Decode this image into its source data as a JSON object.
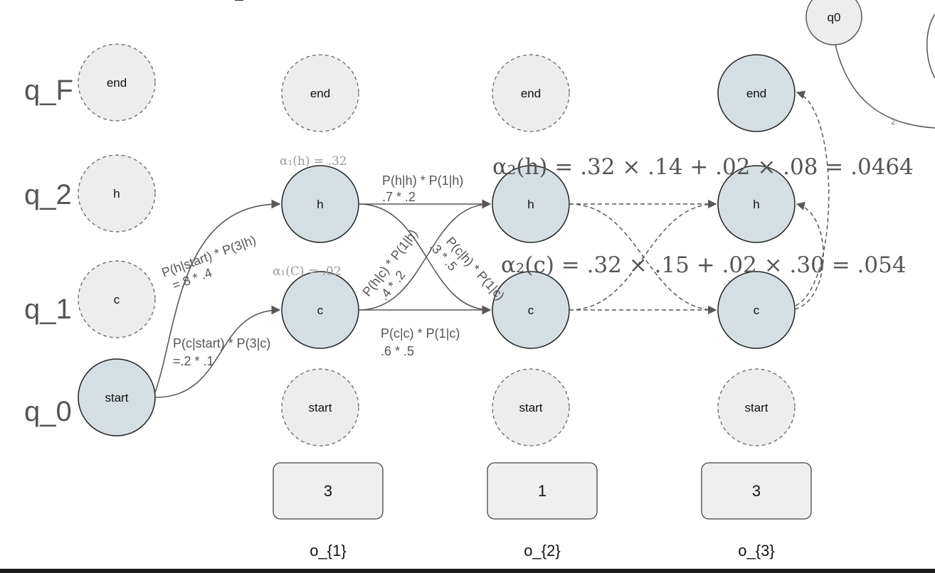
{
  "row_labels": {
    "qF": "q_F",
    "q2": "q_2",
    "q1": "q_1",
    "q0": "q_0"
  },
  "node_labels": {
    "end": "end",
    "h": "h",
    "c": "c",
    "start": "start",
    "q0": "q0"
  },
  "observations": [
    "3",
    "1",
    "3"
  ],
  "columns": [
    "o_{1}",
    "o_{2}",
    "o_{3}"
  ],
  "edge_labels": {
    "start_h_line1": "P(h|start) * P(3|h)",
    "start_h_line2": "=.8 * .4",
    "start_c_line1": "P(c|start) * P(3|c)",
    "start_c_line2": "=.2  * .1",
    "h_h_line1": "P(h|h) * P(1|h)",
    "h_h_line2": ".7 * .2",
    "c_c_line1": "P(c|c) * P(1|c)",
    "c_c_line2": ".6 * .5",
    "c_h_line1": "P(h|c) * P(1|h)",
    "c_h_line2": ".4 * .2",
    "h_c_line1": "P(c|h) * P(1|c)",
    "h_c_line2": ".3 * .5"
  },
  "alpha_labels": {
    "alpha1_h": "α₁(h) = .32",
    "alpha1_c": "α₁(C) = .02",
    "alpha2_h": "α₂(h) = .32 × .14 + .02 × .08 = .0464",
    "alpha2_c": "α₂(c) = .32 × .15 + .02 × .30 = .054"
  },
  "partial_fragment": "2",
  "colors": {
    "active_fill": "#d5dfe3",
    "inactive_fill": "#ededed",
    "edge": "#595959",
    "dashed_edge": "#595959",
    "obs_fill": "#efefef"
  }
}
